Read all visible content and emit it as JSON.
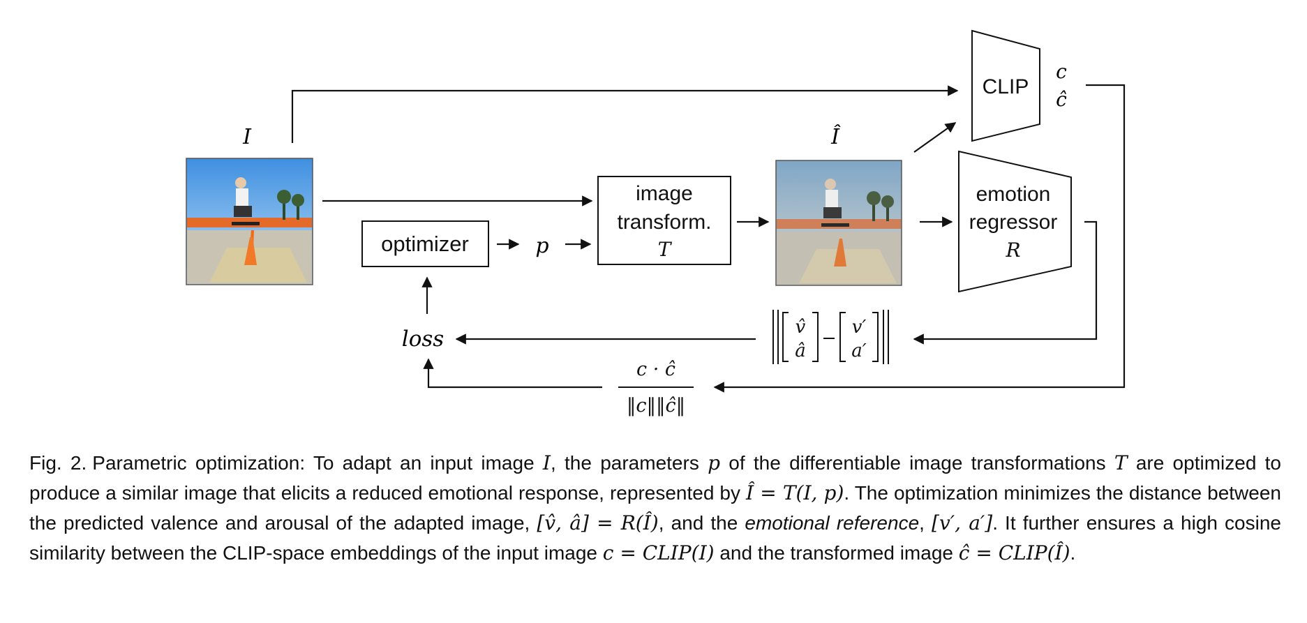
{
  "figure": {
    "input_label": "I",
    "output_label": "Î",
    "optimizer_label": "optimizer",
    "param_label": "p",
    "transform_lines": [
      "image",
      "transform.",
      "T"
    ],
    "clip_label": "CLIP",
    "clip_out_c": "c",
    "clip_out_chat": "ĉ",
    "regressor_lines": [
      "emotion",
      "regressor",
      "R"
    ],
    "loss_label": "loss",
    "distance_expr": {
      "pred_v": "v̂",
      "pred_a": "â",
      "ref_v": "v′",
      "ref_a": "a′"
    },
    "cosine_expr": {
      "numerator": "c · ĉ",
      "denominator": "‖c‖‖ĉ‖"
    }
  },
  "caption": {
    "label": "Fig. 2.",
    "s1": "Parametric optimization: To adapt an input image ",
    "m1": "I",
    "s2": ", the parameters ",
    "m2": "p",
    "s3": " of the differentiable image transformations ",
    "m3": "T",
    "s4": " are optimized to produce a similar image that elicits a reduced emotional response, represented by ",
    "m4": "Î = T(I, p)",
    "s5": ". The optimization minimizes the distance between the predicted valence and arousal of the adapted image, ",
    "m5": "[v̂, â] = R(Î)",
    "s6": ", and the ",
    "em1": "emotional reference",
    "s7": ", ",
    "m6": "[v′, a′]",
    "s8": ". It further ensures a high cosine similarity between the CLIP-space embeddings of the input image ",
    "m7": "c = CLIP(I)",
    "s9": " and the transformed image ",
    "m8": "ĉ = CLIP(Î)",
    "s10": "."
  }
}
